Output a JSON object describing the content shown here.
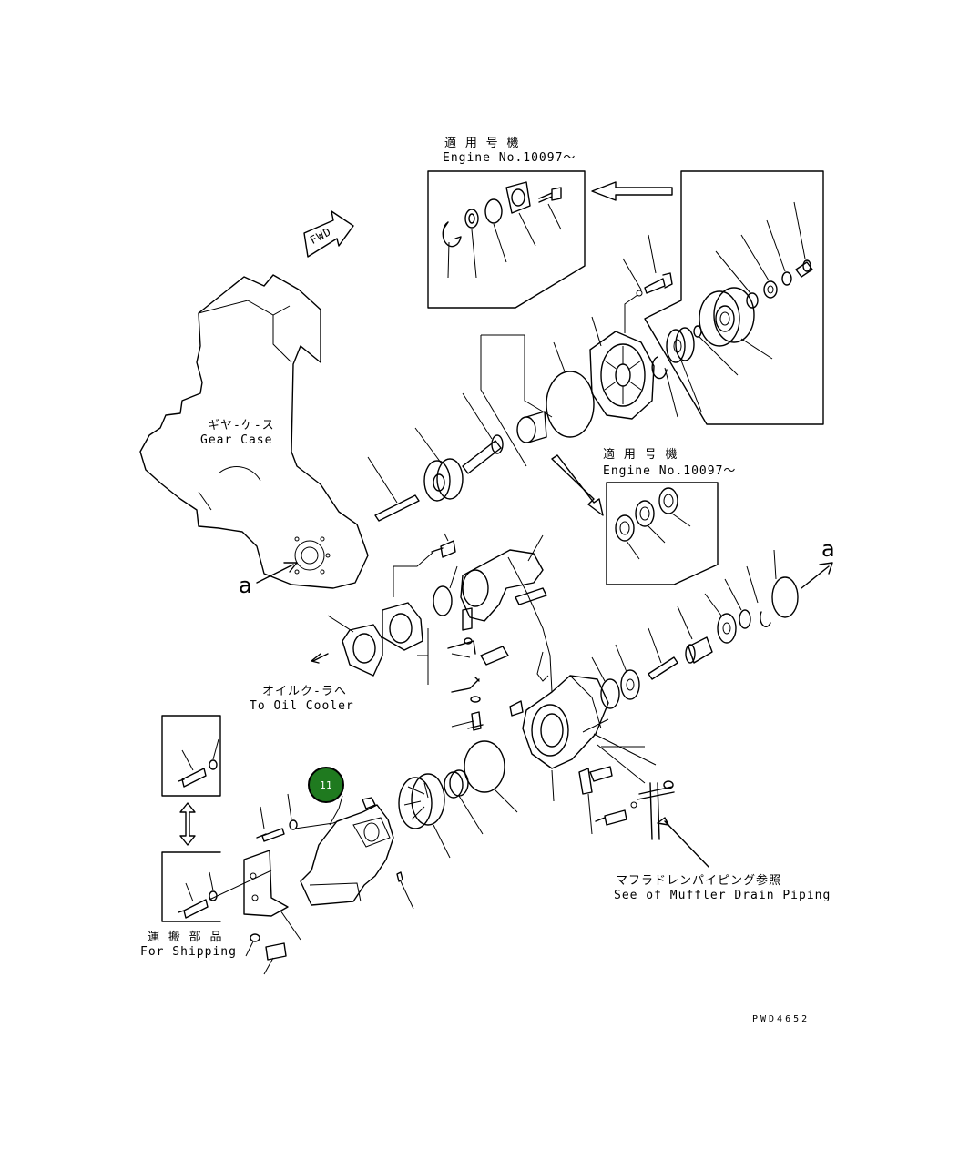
{
  "labels": {
    "applicable_jp_1": "適 用 号 機",
    "engine_no_1": "Engine No.10097〜",
    "applicable_jp_2": "適 用 号 機",
    "engine_no_2": "Engine No.10097〜",
    "fwd": "FWD",
    "gear_case_jp": "ギヤ-ケ-ス",
    "gear_case_en": "Gear Case",
    "ref_a_left": "a",
    "ref_a_right": "a",
    "oil_cooler_jp": "オイルク-ラヘ",
    "oil_cooler_en": "To Oil Cooler",
    "shipping_jp": "運 搬 部 品",
    "shipping_en": "For Shipping",
    "muffler_jp": "マフラドレンパイピング参照",
    "muffler_en": "See of Muffler Drain Piping",
    "drawing_no": "PWD4652"
  },
  "callout": {
    "number": "11",
    "color": "#1f7a1f"
  }
}
